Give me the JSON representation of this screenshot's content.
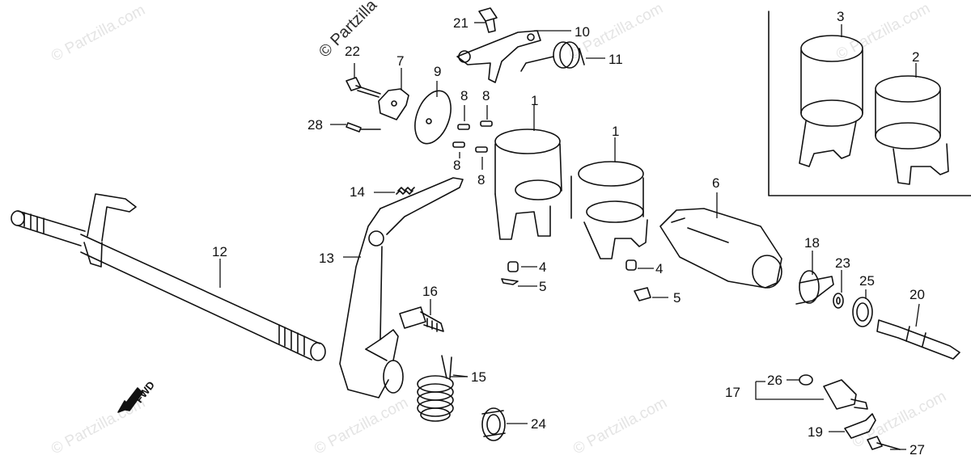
{
  "watermark": {
    "text": "© Partzilla.com",
    "top_text": "© Partzilla"
  },
  "direction_label": "FWD",
  "callouts": {
    "c1a": "1",
    "c1b": "1",
    "c2": "2",
    "c3": "3",
    "c4a": "4",
    "c4b": "4",
    "c5a": "5",
    "c5b": "5",
    "c6": "6",
    "c7": "7",
    "c8a": "8",
    "c8b": "8",
    "c8c": "8",
    "c8d": "8",
    "c9": "9",
    "c10": "10",
    "c11": "11",
    "c12": "12",
    "c13": "13",
    "c14": "14",
    "c15": "15",
    "c16": "16",
    "c17": "17",
    "c18": "18",
    "c19": "19",
    "c20": "20",
    "c21": "21",
    "c22": "22",
    "c23": "23",
    "c24": "24",
    "c25": "25",
    "c26": "26",
    "c27": "27",
    "c28": "28"
  }
}
